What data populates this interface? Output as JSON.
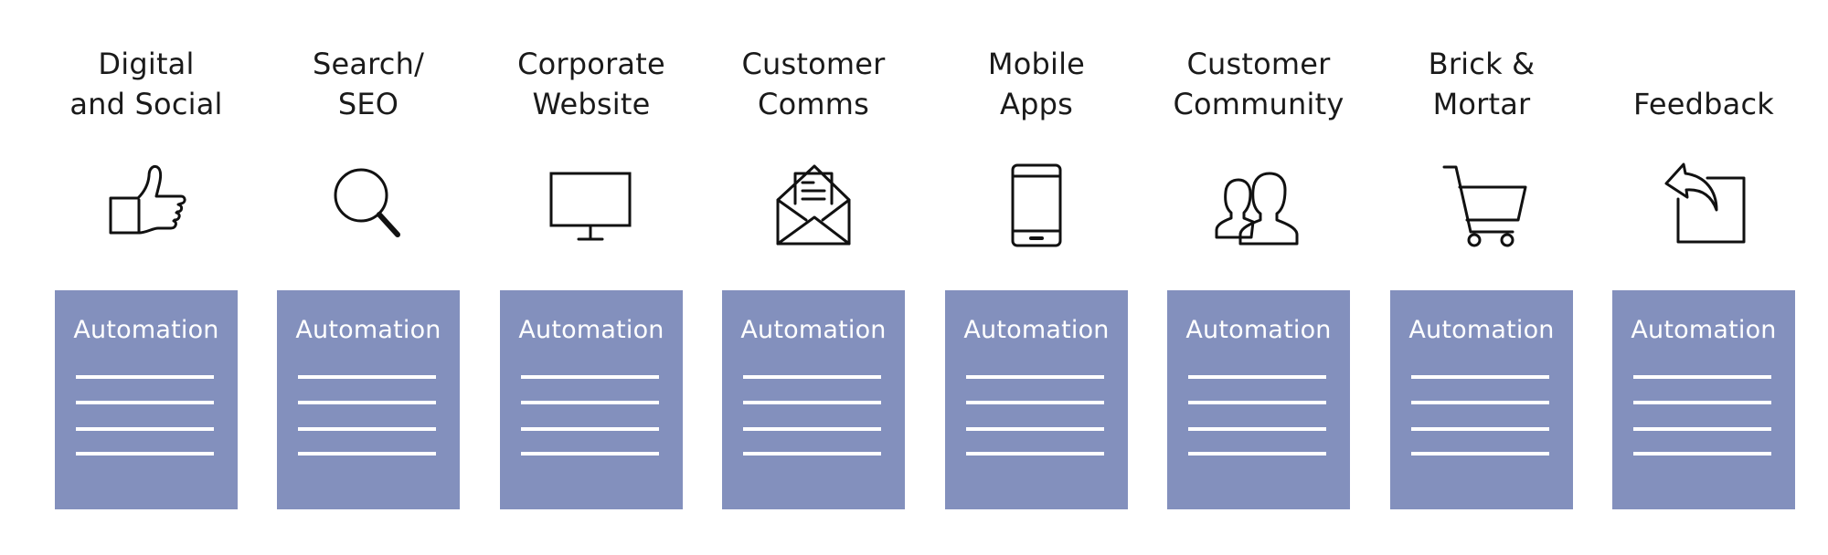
{
  "channels": [
    {
      "title_line1": "Digital",
      "title_line2": "and Social",
      "icon": "thumbs-up-icon",
      "card_label": "Automation"
    },
    {
      "title_line1": "Search/",
      "title_line2": "SEO",
      "icon": "magnifier-icon",
      "card_label": "Automation"
    },
    {
      "title_line1": "Corporate",
      "title_line2": "Website",
      "icon": "monitor-icon",
      "card_label": "Automation"
    },
    {
      "title_line1": "Customer",
      "title_line2": "Comms",
      "icon": "envelope-letter-icon",
      "card_label": "Automation"
    },
    {
      "title_line1": "Mobile",
      "title_line2": "Apps",
      "icon": "smartphone-icon",
      "card_label": "Automation"
    },
    {
      "title_line1": "Customer",
      "title_line2": "Community",
      "icon": "people-icon",
      "card_label": "Automation"
    },
    {
      "title_line1": "Brick &",
      "title_line2": "Mortar",
      "icon": "shopping-cart-icon",
      "card_label": "Automation"
    },
    {
      "title_line1": "",
      "title_line2": "Feedback",
      "icon": "reply-arrow-icon",
      "card_label": "Automation"
    }
  ],
  "colors": {
    "card": "#8390bd",
    "text": "#1a1a1a",
    "card_text": "#ffffff"
  }
}
